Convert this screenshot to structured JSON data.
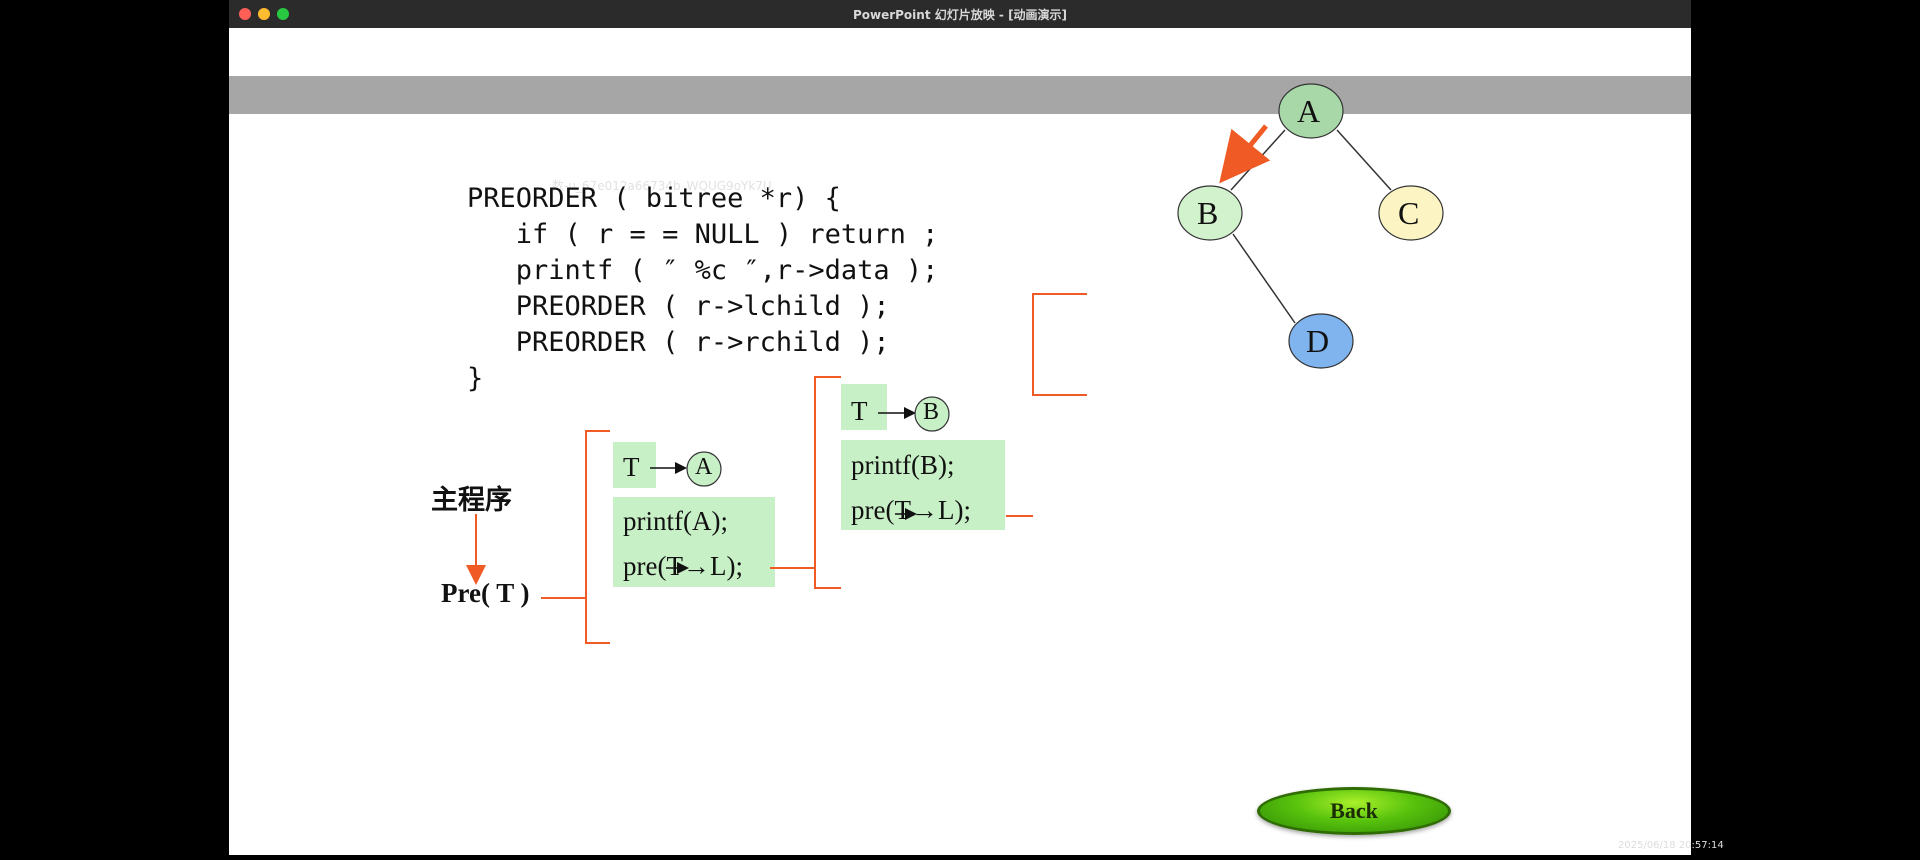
{
  "window": {
    "title": "PowerPoint 幻灯片放映 - [动画演示]"
  },
  "watermark": "数-u_67e012a66734b_WQUG9oYk7U",
  "code_lines": [
    "PREORDER ( bitree *r) {",
    "   if ( r = = NULL ) return ;",
    "   printf ( ″ %c ″,r->data );",
    "   PREORDER ( r->lchild );",
    "   PREORDER ( r->rchild );",
    "}"
  ],
  "tree": {
    "nodes": {
      "a": {
        "label": "A",
        "color": "#a8d8a8"
      },
      "b": {
        "label": "B",
        "color": "#d2f2cd"
      },
      "c": {
        "label": "C",
        "color": "#fcf5c3"
      },
      "d": {
        "label": "D",
        "color": "#7fb4ef"
      }
    }
  },
  "trace": {
    "main_label": "主程序",
    "pre_call": "Pre( T )",
    "frame1": {
      "t_label": "T",
      "node": "A",
      "printf": "printf(A);",
      "pre_left": "pre(T→L);"
    },
    "frame2": {
      "t_label": "T",
      "node": "B",
      "printf": "printf(B);",
      "pre_left": "pre(T→L);"
    }
  },
  "back_button": {
    "label": "Back"
  },
  "timestamp": "2025/06/18 20:57:14",
  "colors": {
    "accent_orange": "#f05a24",
    "box_green": "#c8f0c6",
    "button_green": "#58c20d"
  }
}
